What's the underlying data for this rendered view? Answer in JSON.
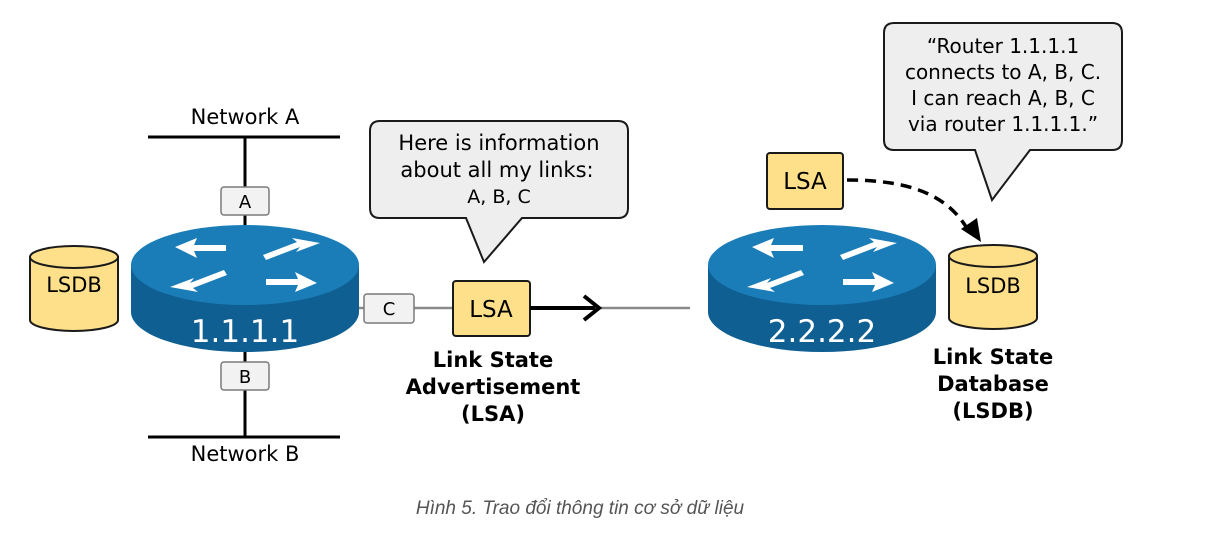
{
  "colors": {
    "router_blue": "#1a7db8",
    "router_dark": "#0f5f92",
    "lsa_fill": "#fde089",
    "lsa_stroke": "#1a1a1a",
    "bubble_fill": "#eeeeee",
    "port_fill": "#f2f2f2",
    "caption": "#555555"
  },
  "network_a": "Network A",
  "network_b": "Network B",
  "ports": {
    "a": "A",
    "b": "B",
    "c": "C"
  },
  "router1": {
    "name": "1.1.1.1",
    "lsdb": "LSDB",
    "icon": "router-icon"
  },
  "router2": {
    "name": "2.2.2.2",
    "lsdb": "LSDB",
    "icon": "router-icon"
  },
  "lsa_box_1": "LSA",
  "lsa_box_2": "LSA",
  "bubble_left": {
    "line1": "Here is information",
    "line2": "about all my links:",
    "line3": "A, B, C"
  },
  "bubble_right": {
    "line1": "“Router 1.1.1.1",
    "line2": "connects to A, B, C.",
    "line3": "I can reach A, B, C",
    "line4": "via router 1.1.1.1.”"
  },
  "lsa_label": {
    "line1": "Link State",
    "line2": "Advertisement",
    "line3": "(LSA)"
  },
  "lsdb_label": {
    "line1": "Link State",
    "line2": "Database",
    "line3": "(LSDB)"
  },
  "caption": "Hình 5. Trao đổi thông tin cơ sở dữ liệu"
}
